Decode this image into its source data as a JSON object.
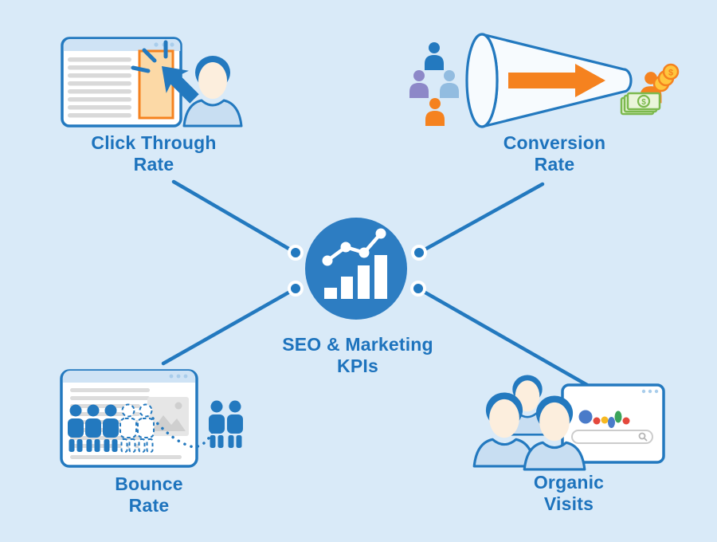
{
  "colors": {
    "background": "#d9eaf8",
    "primary_blue": "#2379bf",
    "label_text": "#1d73bd",
    "center_circle": "#2d7dc2",
    "orange": "#f5821f",
    "light_orange_ad": "#fcd9a6",
    "skin": "#fceedd",
    "light_blue_fill": "#c8def2",
    "window_header": "#cfe3f5",
    "window_dots": "#a9cdeb",
    "gray_line": "#dcdcdc",
    "placeholder_gray": "#e6e6e6",
    "purple_person": "#8d88c8",
    "sky_person": "#92bce0",
    "money_green": "#7cb94e",
    "money_green_light": "#eaf5da",
    "coin_gold": "#ffc63e",
    "google_blue": "#4a7bc9",
    "google_red": "#e4483c",
    "google_yellow": "#f7b922",
    "google_green": "#3ba45a"
  },
  "diagram": {
    "center": {
      "label": "SEO & Marketing\nKPIs",
      "icon": "growth-chart-icon"
    },
    "nodes": [
      {
        "id": "click-through-rate",
        "position": "top-left",
        "label": "Click Through\nRate",
        "icon": "browser-ad-click-cursor-icon"
      },
      {
        "id": "conversion-rate",
        "position": "top-right",
        "label": "Conversion\nRate",
        "icon": "sales-funnel-visitors-to-money-icon"
      },
      {
        "id": "bounce-rate",
        "position": "bottom-left",
        "label": "Bounce\nRate",
        "icon": "visitors-leaving-webpage-icon"
      },
      {
        "id": "organic-visits",
        "position": "bottom-right",
        "label": "Organic\nVisits",
        "icon": "visitors-search-engine-icon"
      }
    ]
  }
}
